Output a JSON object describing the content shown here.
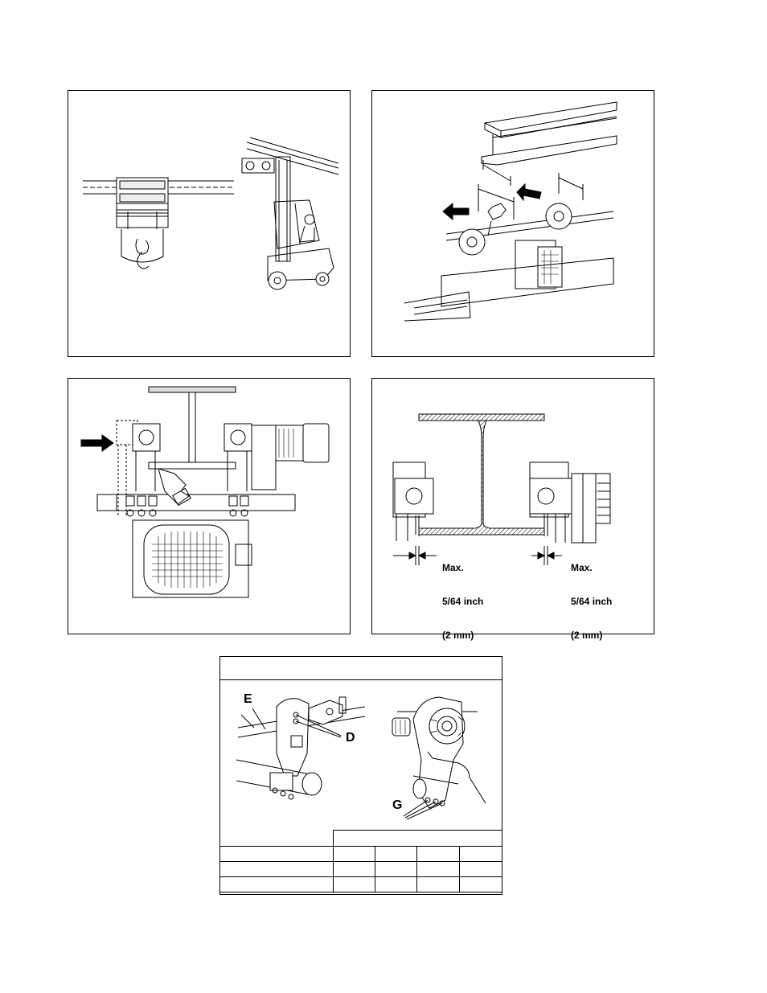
{
  "figures": {
    "fig1": {
      "name": "trolley-lift-forklift"
    },
    "fig2": {
      "name": "trolley-beam-width-adjust"
    },
    "fig3": {
      "name": "trolley-side-adjust"
    },
    "fig4": {
      "name": "wheel-flange-clearance",
      "left_dim": {
        "line1": "Max.",
        "line2": "5/64 inch",
        "line3": "(2 mm)"
      },
      "right_dim": {
        "line1": "Max.",
        "line2": "5/64 inch",
        "line3": "(2 mm)"
      }
    },
    "fig5": {
      "name": "adjustment-bolts",
      "header": "",
      "callouts": {
        "E": "E",
        "D": "D",
        "G": "G"
      },
      "table": {
        "columns": 4,
        "rows": 3,
        "cells": [
          [
            "",
            "",
            "",
            "",
            ""
          ],
          [
            "",
            "",
            "",
            "",
            ""
          ],
          [
            "",
            "",
            "",
            "",
            ""
          ]
        ]
      }
    }
  }
}
